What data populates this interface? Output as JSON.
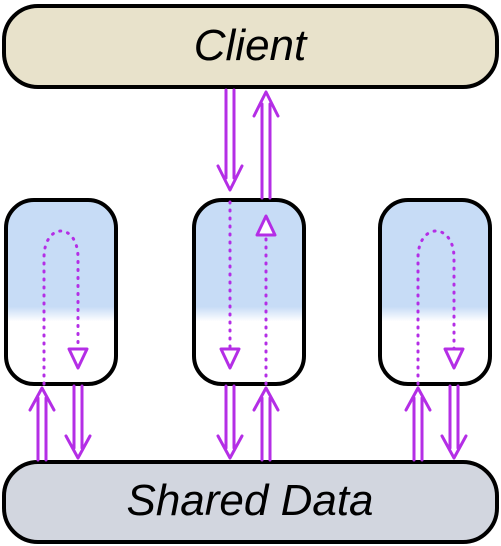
{
  "diagram": {
    "top_box": {
      "label": "Client",
      "fill": "#e8e2cb"
    },
    "bottom_box": {
      "label": "Shared Data",
      "fill": "#d2d6df"
    },
    "server_gradient": {
      "top": "#c7dcf6",
      "bottom": "#ffffff"
    },
    "arrow_color": "#b42ee6",
    "servers": [
      {
        "id": "left"
      },
      {
        "id": "middle"
      },
      {
        "id": "right"
      }
    ]
  }
}
